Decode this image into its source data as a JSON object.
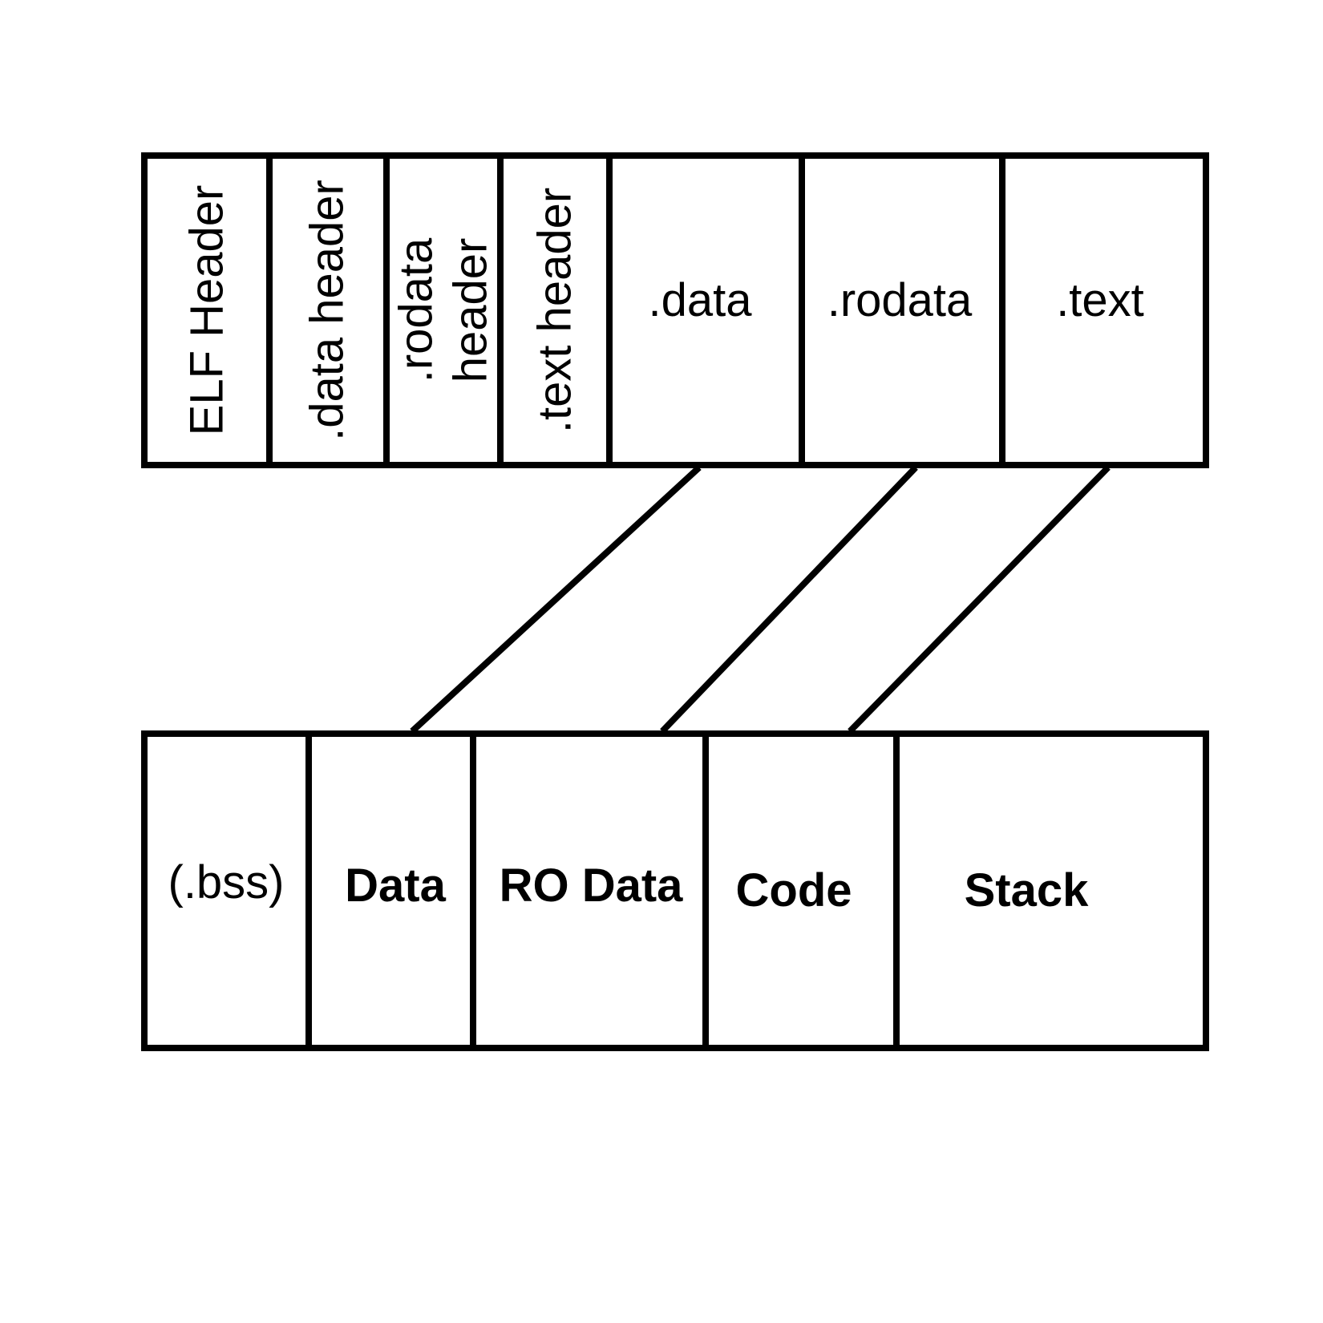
{
  "elf_file": {
    "sections": [
      {
        "id": "elf-header",
        "label": "ELF Header",
        "orientation": "vertical"
      },
      {
        "id": "data-header",
        "label": ".data header",
        "orientation": "vertical"
      },
      {
        "id": "rodata-header",
        "label_lines": [
          ".rodata",
          "header"
        ],
        "orientation": "vertical"
      },
      {
        "id": "text-header",
        "label": ".text header",
        "orientation": "vertical"
      },
      {
        "id": "data-section",
        "label": ".data",
        "orientation": "horizontal"
      },
      {
        "id": "rodata-section",
        "label": ".rodata",
        "orientation": "horizontal"
      },
      {
        "id": "text-section",
        "label": ".text",
        "orientation": "horizontal"
      }
    ]
  },
  "memory": {
    "regions": [
      {
        "id": "bss",
        "label": "(.bss)"
      },
      {
        "id": "data",
        "label": "Data"
      },
      {
        "id": "ro-data",
        "label": "RO Data"
      },
      {
        "id": "code",
        "label": "Code"
      },
      {
        "id": "stack",
        "label": "Stack"
      }
    ]
  },
  "mappings": [
    {
      "from": ".data",
      "to": "Data"
    },
    {
      "from": ".rodata",
      "to": "RO Data"
    },
    {
      "from": ".text",
      "to": "Code"
    }
  ],
  "colors": {
    "stroke": "#000000",
    "fill": "#ffffff"
  }
}
